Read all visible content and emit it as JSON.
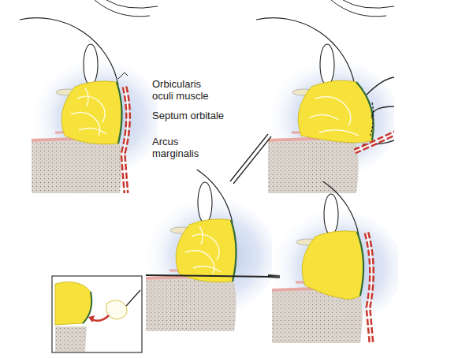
{
  "diagram": {
    "labels": [
      "Orbicularis oculi muscle",
      "Septum orbitale",
      "Arcus marginalis"
    ]
  }
}
